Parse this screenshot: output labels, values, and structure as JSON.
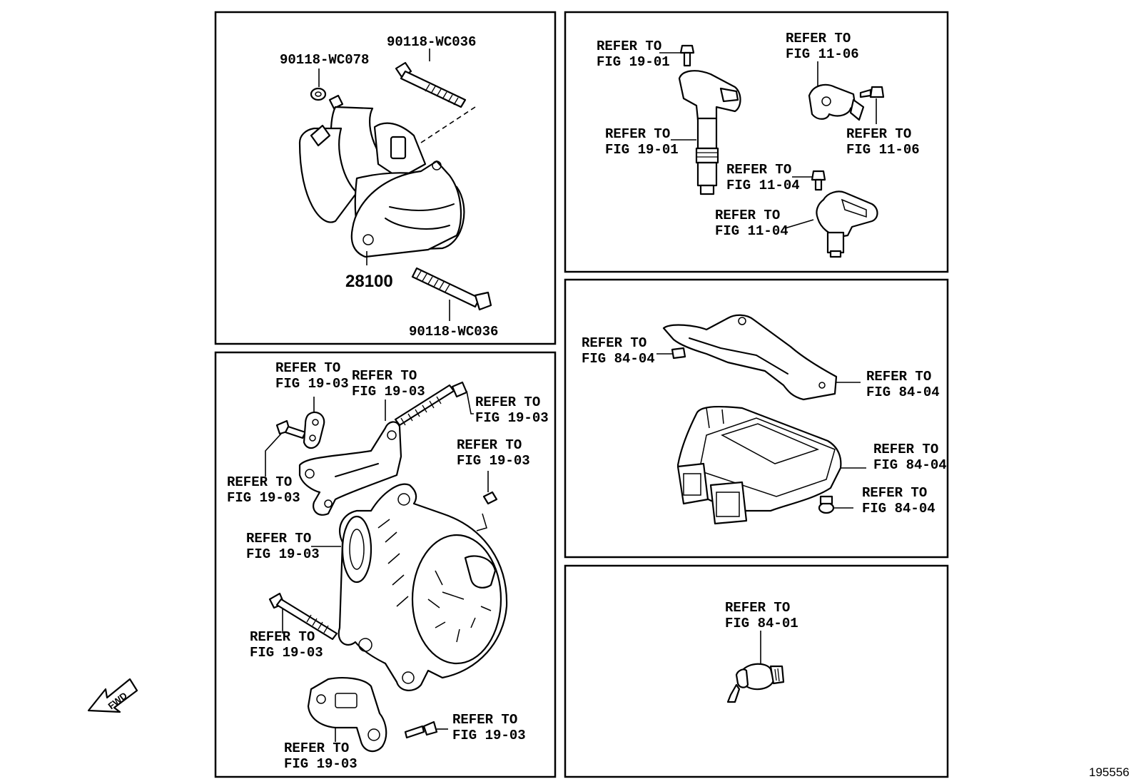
{
  "refer_to": "REFER TO",
  "starter": {
    "bolt_top": "90118-WC036",
    "nut": "90118-WC078",
    "starter_part": "28100",
    "bolt_bottom": "90118-WC036"
  },
  "alternator": {
    "plate_fig": "FIG 19-03",
    "bracket_fig": "FIG 19-03",
    "long_bolt_fig": "FIG 19-03",
    "small_bolt_fig": "FIG 19-03",
    "terminal_nut_fig": "FIG 19-03",
    "alternator_fig": "FIG 19-03",
    "lower_bolt_fig": "FIG 19-03",
    "mount_bolt_fig": "FIG 19-03",
    "mount_bracket_fig": "FIG 19-03"
  },
  "ignition": {
    "coil_bolt_fig": "FIG 19-01",
    "coil_fig": "FIG 19-01",
    "cam_sensor_fig": "FIG 11-06",
    "cam_bolt_fig": "FIG 11-06",
    "crank_bolt_fig": "FIG 11-04",
    "crank_sensor_fig": "FIG 11-04"
  },
  "ecu": {
    "clip_fig": "FIG 84-04",
    "cover_fig": "FIG 84-04",
    "ecu_fig": "FIG 84-04",
    "bolt_fig": "FIG 84-04"
  },
  "oil_switch": {
    "fig": "FIG 84-01"
  },
  "fwd_label": "FWD",
  "illustration_id": "195556"
}
